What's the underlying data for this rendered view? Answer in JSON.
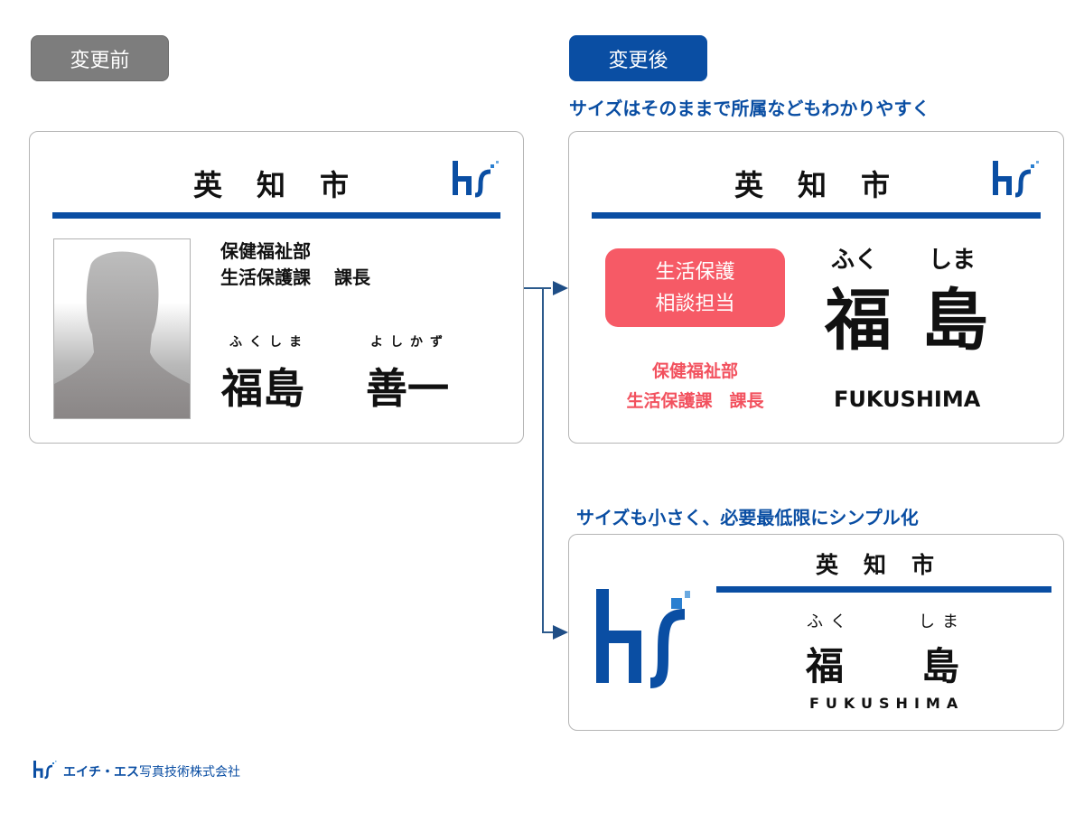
{
  "labels": {
    "before": "変更前",
    "after": "変更後"
  },
  "captions": {
    "after_card1": "サイズはそのままで所属などもわかりやすく",
    "after_card2": "サイズも小さく、必要最低限にシンプル化"
  },
  "colors": {
    "brand_blue": "#0a4ea3",
    "before_tag_gray": "#7d7d7d",
    "accent_pink": "#f65a66",
    "card_border": "#b5b5b5"
  },
  "before_card": {
    "city": [
      "英",
      "知",
      "市"
    ],
    "department": "保健福祉部",
    "section": "生活保護課",
    "title": "課長",
    "surname_kana": "ふくしま",
    "given_kana": "よしかず",
    "surname": "福島",
    "given_name": "善一",
    "photo_icon": "person-silhouette-icon",
    "logo": "hs-logo-icon"
  },
  "after_card1": {
    "city": [
      "英",
      "知",
      "市"
    ],
    "role_line1": "生活保護",
    "role_line2": "相談担当",
    "department": "保健福祉部",
    "section_title": "生活保護課　課長",
    "kana_1": "ふく",
    "kana_2": "しま",
    "surname_1": "福",
    "surname_2": "島",
    "romaji": "FUKUSHIMA",
    "logo": "hs-logo-icon"
  },
  "after_card2": {
    "city": [
      "英",
      "知",
      "市"
    ],
    "kana_1": "ふく",
    "kana_2": "しま",
    "surname_1": "福",
    "surname_2": "島",
    "romaji": "FUKUSHIMA",
    "logo": "hs-logo-icon"
  },
  "footer": {
    "company_kana": "エイチ・エス",
    "company_kanji": "写真技術株式会社",
    "logo": "hs-logo-icon"
  }
}
